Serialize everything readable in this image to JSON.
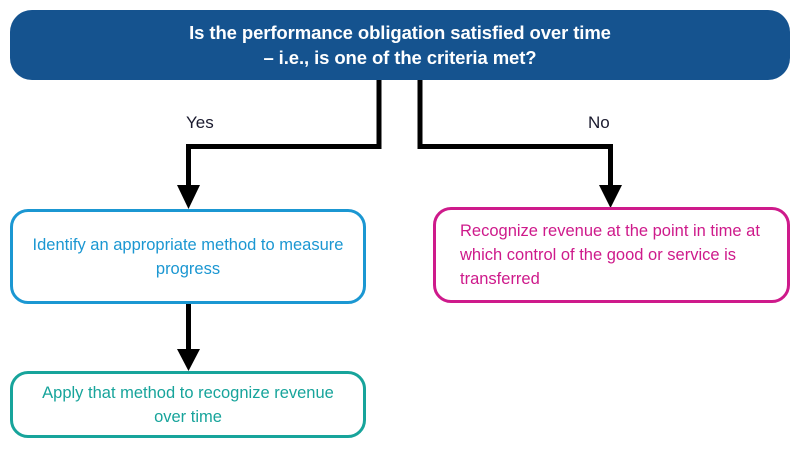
{
  "diagram": {
    "title_box": {
      "line1": "Is the performance obligation satisfied over time",
      "line2": "– i.e., is one of the criteria met?",
      "fill_color": "#15538F",
      "text_color": "#FFFFFF"
    },
    "branches": [
      {
        "label": "Yes",
        "side": "left"
      },
      {
        "label": "No",
        "side": "right"
      }
    ],
    "nodes": [
      {
        "id": "identify",
        "text": "Identify an appropriate method to measure progress",
        "border_color": "#1B97D2",
        "text_color": "#1B97D2",
        "align": "center"
      },
      {
        "id": "apply",
        "text": "Apply that method to recognize revenue over time",
        "border_color": "#17A49B",
        "text_color": "#17A49B",
        "align": "center"
      },
      {
        "id": "recognize",
        "text": "Recognize revenue at the point in time at which control of the good or service is transferred",
        "border_color": "#CE1A8B",
        "text_color": "#CE1A8B",
        "align": "left"
      }
    ],
    "connector_color": "#000000"
  }
}
